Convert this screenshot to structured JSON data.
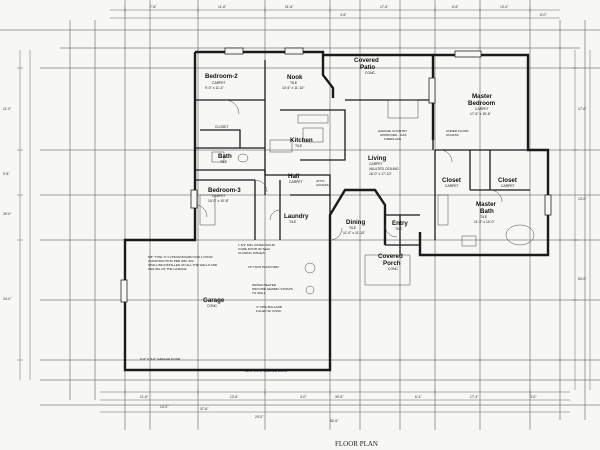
{
  "rooms": {
    "bedroom2": {
      "name": "Bedroom-2",
      "sub1": "CARPET",
      "sub2": "9'-0\" x 11'-4\""
    },
    "nook": {
      "name": "Nook",
      "sub1": "TILE",
      "sub2": "10'-6\" x 11'-10\""
    },
    "covered_patio": {
      "name1": "Covered",
      "name2": "Patio",
      "sub1": "CONC."
    },
    "master_bedroom": {
      "name1": "Master",
      "name2": "Bedroom",
      "sub1": "CARPET",
      "sub2": "17'-6\" x 15'-6\""
    },
    "kitchen": {
      "name": "Kitchen",
      "sub1": "TILE"
    },
    "bath": {
      "name": "Bath",
      "sub1": "TILE"
    },
    "closet_b2": {
      "name": "CLOSET"
    },
    "hall": {
      "name": "Hall",
      "sub1": "CARPET"
    },
    "living": {
      "name": "Living",
      "sub1": "CARPET",
      "sub2": "VAULTED CEILING",
      "sub3": "16'-0\" x 17'-10\""
    },
    "closet_left": {
      "name": "Closet",
      "sub1": "CARPET"
    },
    "closet_right": {
      "name": "Closet",
      "sub1": "CARPET"
    },
    "bedroom3": {
      "name": "Bedroom-3",
      "sub1": "CARPET",
      "sub2": "10'-0\" x 10'-8\""
    },
    "laundry": {
      "name": "Laundry",
      "sub1": "TILE"
    },
    "dining": {
      "name": "Dining",
      "sub1": "TILE",
      "sub2": "11'-0\" x 11'-10\""
    },
    "entry": {
      "name": "Entry",
      "sub1": "TILE"
    },
    "master_bath": {
      "name1": "Master",
      "name2": "Bath",
      "sub1": "TILE",
      "sub2": "11'-0\" x 10'-0\""
    },
    "covered_porch": {
      "name1": "Covered",
      "name2": "Porch",
      "sub1": "CONC."
    },
    "garage": {
      "name": "Garage",
      "sub1": "CONC."
    }
  },
  "notes": {
    "fireplace": [
      "GARAGE COUNTRY",
      "APPROVED - GAS",
      "FIREPLACE"
    ],
    "attic_access": [
      "ATTIC",
      "ACCESS"
    ],
    "under_floor": [
      "UNDER FLOOR",
      "ACCESS"
    ],
    "firewall": [
      "5/8\" TYPE 'X' GYPSUM BOARD FOR 1-HOUR",
      "CONSTRUCTION PER UBC 302",
      "SHALL BE INSTALLED ON ALL THE WALLS AND",
      "CEILING OF THE GARAGE"
    ],
    "door_note": [
      "1-3/4\" MIN. RATED SOLID",
      "CORE DOOR W/ SELF",
      "CLOSING HINGES"
    ],
    "platform": "18\" HIGH PLATFORM",
    "water_heater": [
      "WATER HEATER",
      "PROVIDE SEISMIC STRAPS",
      "TO WALL"
    ],
    "bollard": [
      "4\" PIPE BOLLARD",
      "FILLED W/ CONC."
    ],
    "garage_door_left": "9'-0\" X 8'-0\" GARAGE DOOR",
    "garage_door_right": "16'-0\" X 8'-0\" GARAGE DOOR"
  },
  "dims": {
    "top1": "7'-6\"",
    "top2": "11'-6\"",
    "top3": "21'-6\"",
    "top4": "17'-6\"",
    "top5": "6'-6\"",
    "top6": "10'-0\"",
    "top7": "3'-6\"",
    "top8": "6'-0\"",
    "bot1": "11'-6\"",
    "bot2": "14'-0\"",
    "bot3": "13'-6\"",
    "bot4": "4'-0\"",
    "bot5": "37'-6\"",
    "bot6": "24'-0\"",
    "bot7": "30'-6\"",
    "bot8": "6'-4\"",
    "bot9": "17'-4\"",
    "bot10": "3'-0\"",
    "bot11": "82'-6\"",
    "left1": "11'-0\"",
    "left2": "9'-8\"",
    "left3": "30'-0\"",
    "left4": "24'-0\"",
    "right1": "17'-6\"",
    "right2": "13'-0\"",
    "right3": "54'-0\""
  },
  "title": "FLOOR PLAN"
}
